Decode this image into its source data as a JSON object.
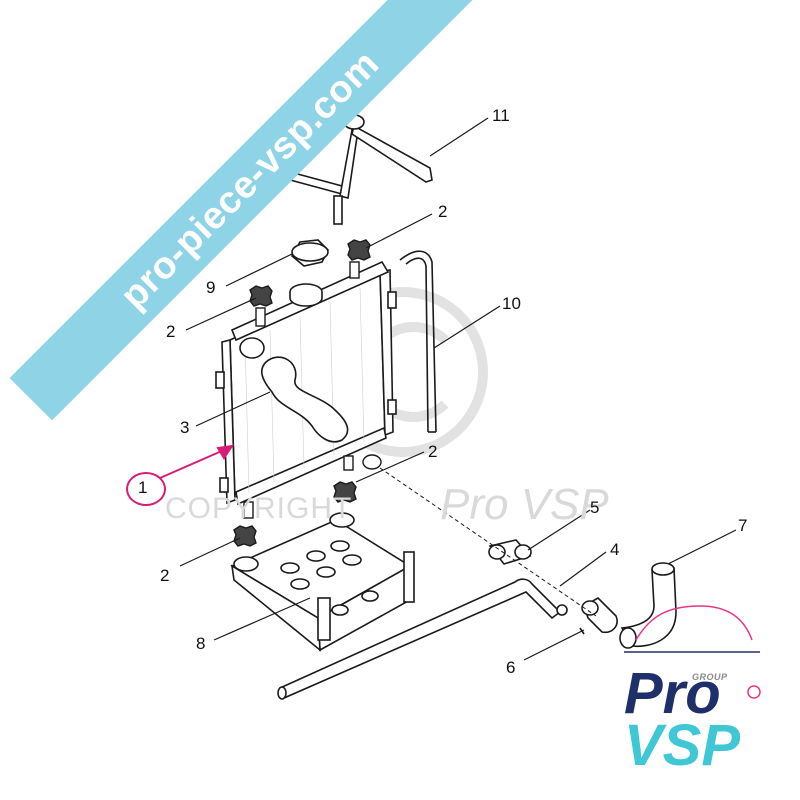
{
  "watermark": {
    "banner_text": "pro-piece-vsp.com",
    "copyright_text": "COPYRIGHT",
    "copyright_brand": "Pro VSP"
  },
  "logo": {
    "group_text": "GROUP",
    "line1": "Pro",
    "line2": "VSP",
    "colors": {
      "pro": "#1e2f6a",
      "vsp": "#3fc7d6",
      "accent": "#e8358a"
    }
  },
  "callouts": [
    {
      "id": "c11",
      "label": "11",
      "part": "support bracket"
    },
    {
      "id": "c2a",
      "label": "2",
      "part": "rubber mount"
    },
    {
      "id": "c9",
      "label": "9",
      "part": "radiator cap"
    },
    {
      "id": "c2b",
      "label": "2",
      "part": "rubber mount"
    },
    {
      "id": "c10",
      "label": "10",
      "part": "overflow pipe"
    },
    {
      "id": "c3",
      "label": "3",
      "part": "upper hose"
    },
    {
      "id": "c2c",
      "label": "2",
      "part": "rubber mount"
    },
    {
      "id": "c1",
      "label": "1",
      "part": "radiator",
      "highlighted": true
    },
    {
      "id": "c5",
      "label": "5",
      "part": "connector sleeve"
    },
    {
      "id": "c4",
      "label": "4",
      "part": "lower pipe"
    },
    {
      "id": "c7",
      "label": "7",
      "part": "elbow hose"
    },
    {
      "id": "c2d",
      "label": "2",
      "part": "rubber mount"
    },
    {
      "id": "c8",
      "label": "8",
      "part": "support tray"
    },
    {
      "id": "c6",
      "label": "6",
      "part": "hose"
    }
  ],
  "colors": {
    "line": "#1a1a1a",
    "highlight": "#d81b76",
    "banner": "#8fd4e6",
    "watermark": "#d9d9d9",
    "accent_part": "#bfe6ef"
  }
}
